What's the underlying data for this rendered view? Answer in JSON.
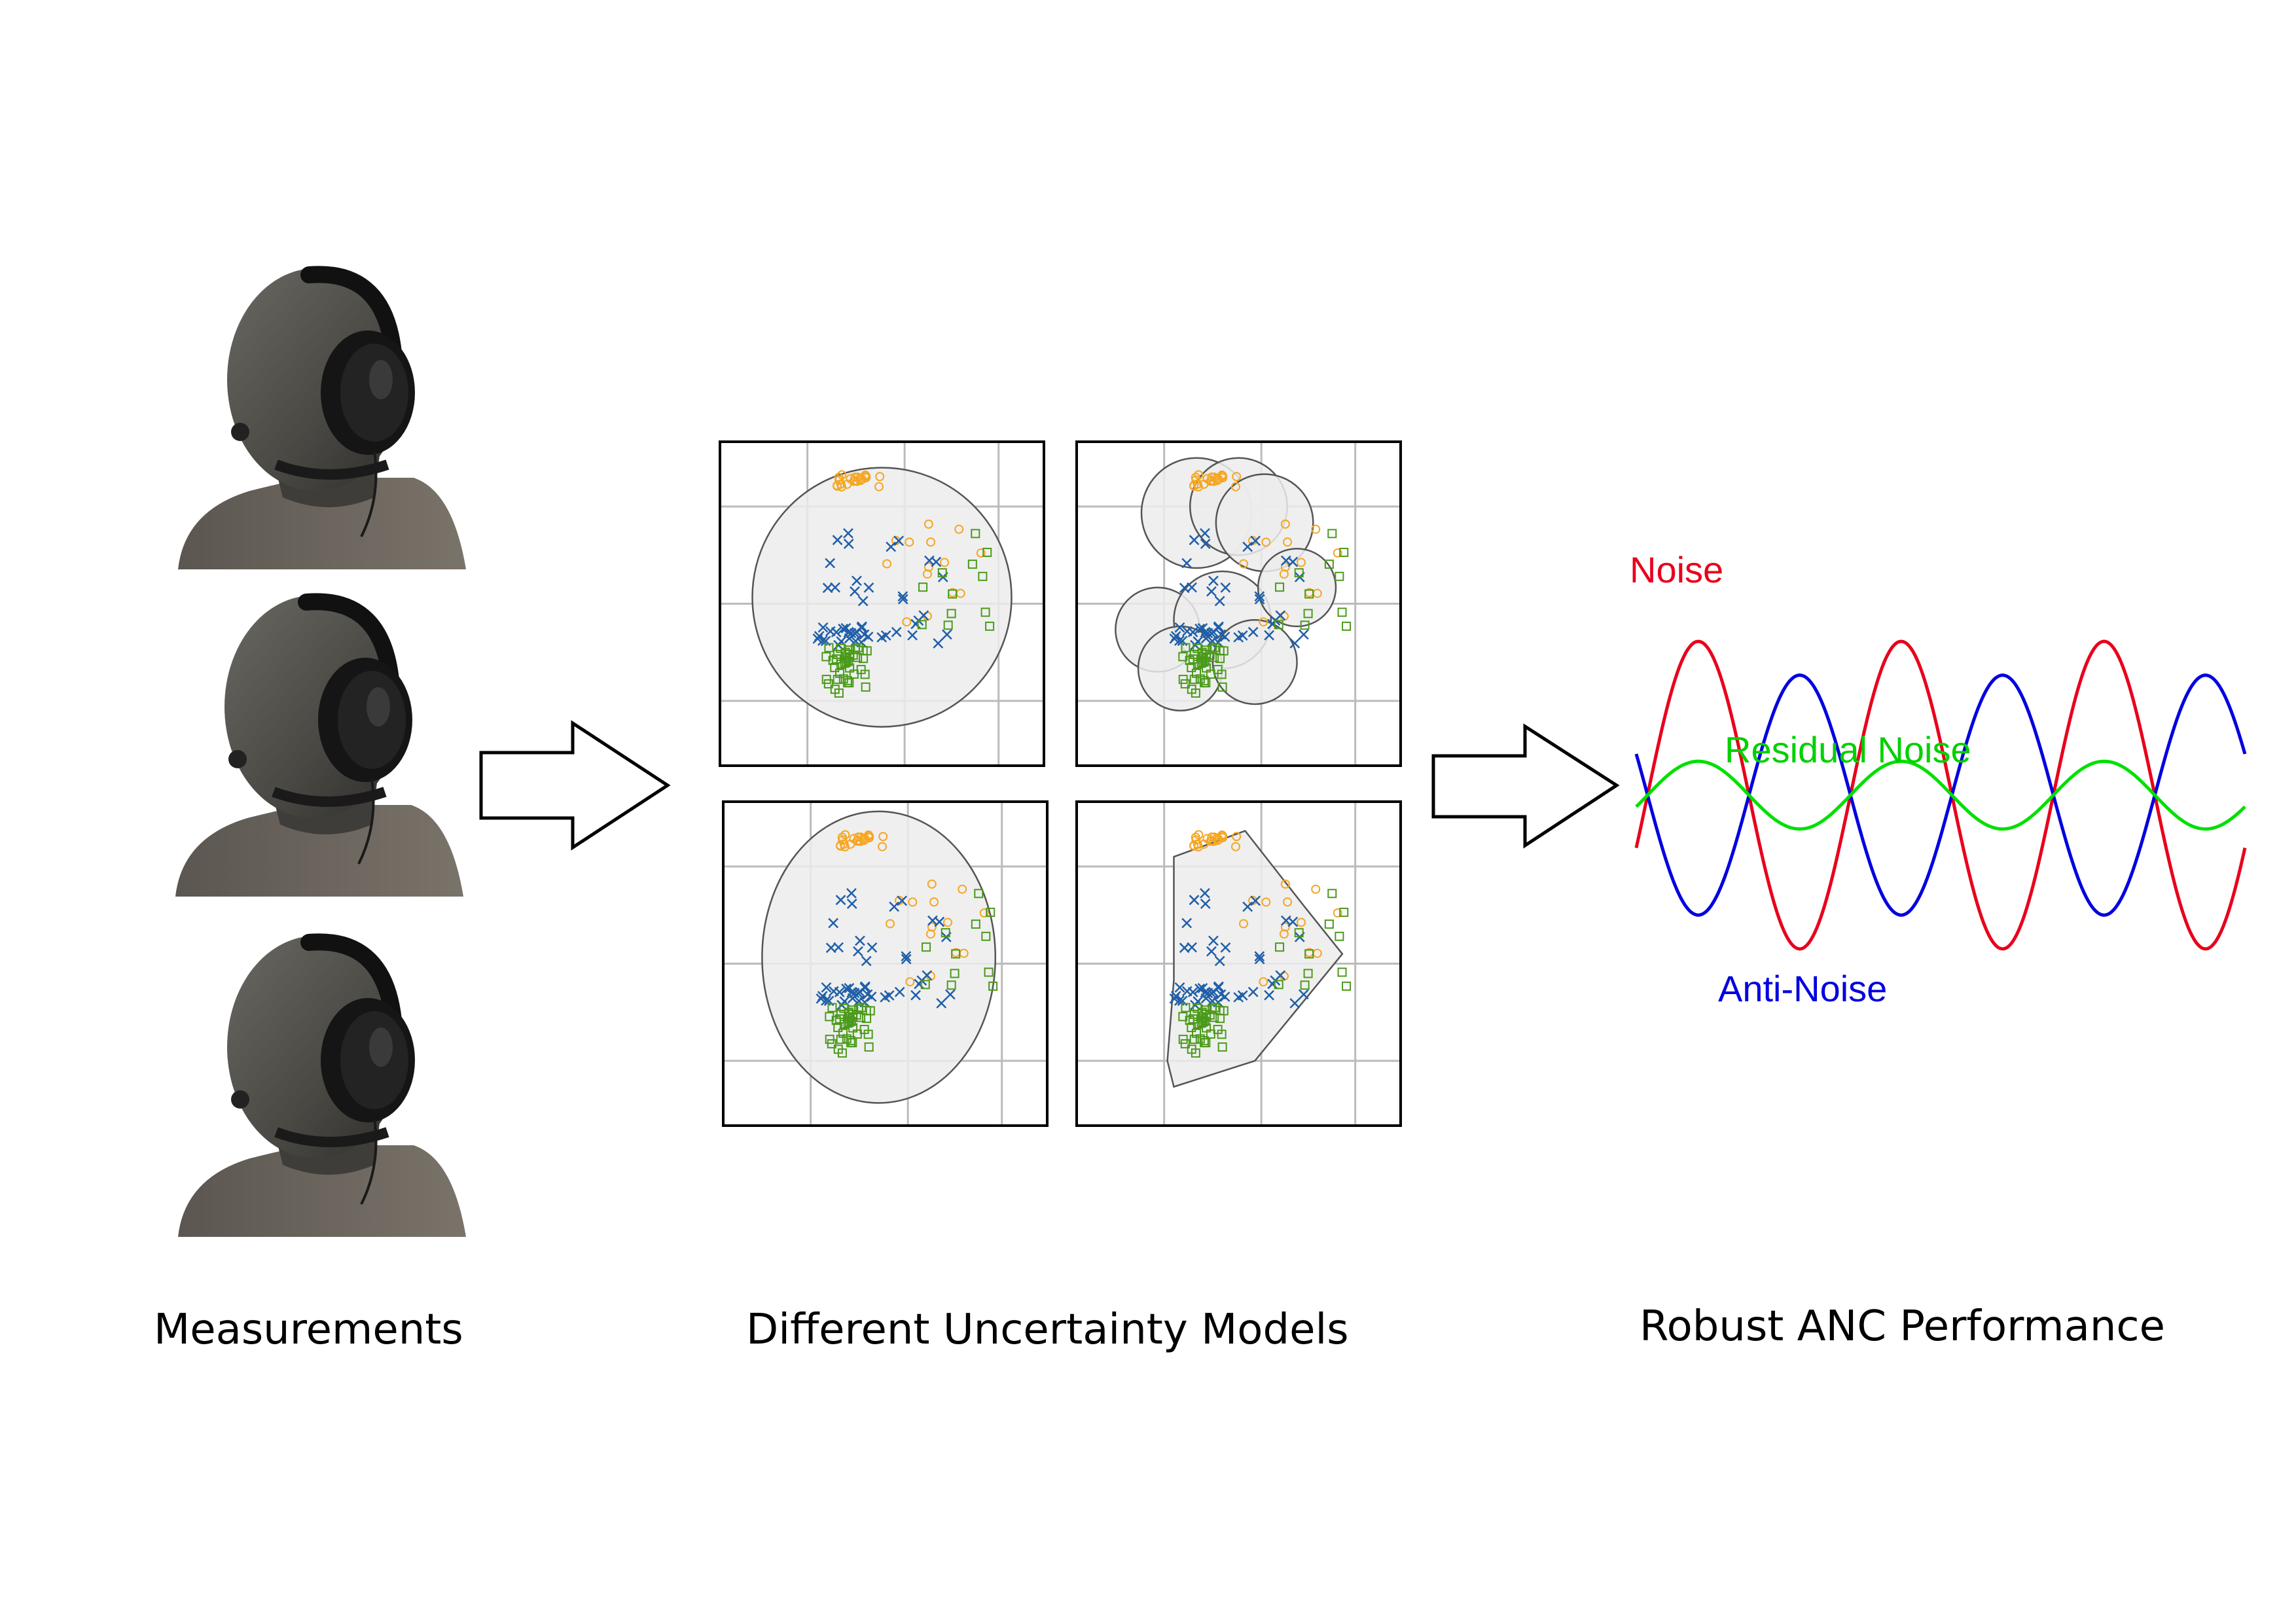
{
  "captions": {
    "measurements": "Measurements",
    "uncertainty_models": "Different Uncertainty Models",
    "performance": "Robust ANC Performance"
  },
  "photos": [
    {
      "name": "dummy-head-photo-1"
    },
    {
      "name": "dummy-head-photo-2"
    },
    {
      "name": "dummy-head-photo-3"
    }
  ],
  "uncertainty_models": [
    {
      "name": "uncertainty-model-single-disc",
      "shape": "disc"
    },
    {
      "name": "uncertainty-model-multi-disc",
      "shape": "multi-disc"
    },
    {
      "name": "uncertainty-model-ellipse",
      "shape": "ellipse"
    },
    {
      "name": "uncertainty-model-convex-hull",
      "shape": "polygon"
    }
  ],
  "scatter_classes": [
    {
      "marker": "circle",
      "color": "#f5a623"
    },
    {
      "marker": "cross",
      "color": "#1f5fa8"
    },
    {
      "marker": "square",
      "color": "#4a9a1a"
    }
  ],
  "waves": {
    "noise": {
      "label": "Noise",
      "color": "#e8001c"
    },
    "anti_noise": {
      "label": "Anti-Noise",
      "color": "#0000e0"
    },
    "residual": {
      "label": "Residual Noise",
      "color": "#00e000"
    }
  },
  "colors": {
    "arrow_stroke": "#000000",
    "panel_border": "#000000",
    "grid": "#bbbbbb",
    "region_fill": "#ececec",
    "region_stroke": "#555555"
  }
}
